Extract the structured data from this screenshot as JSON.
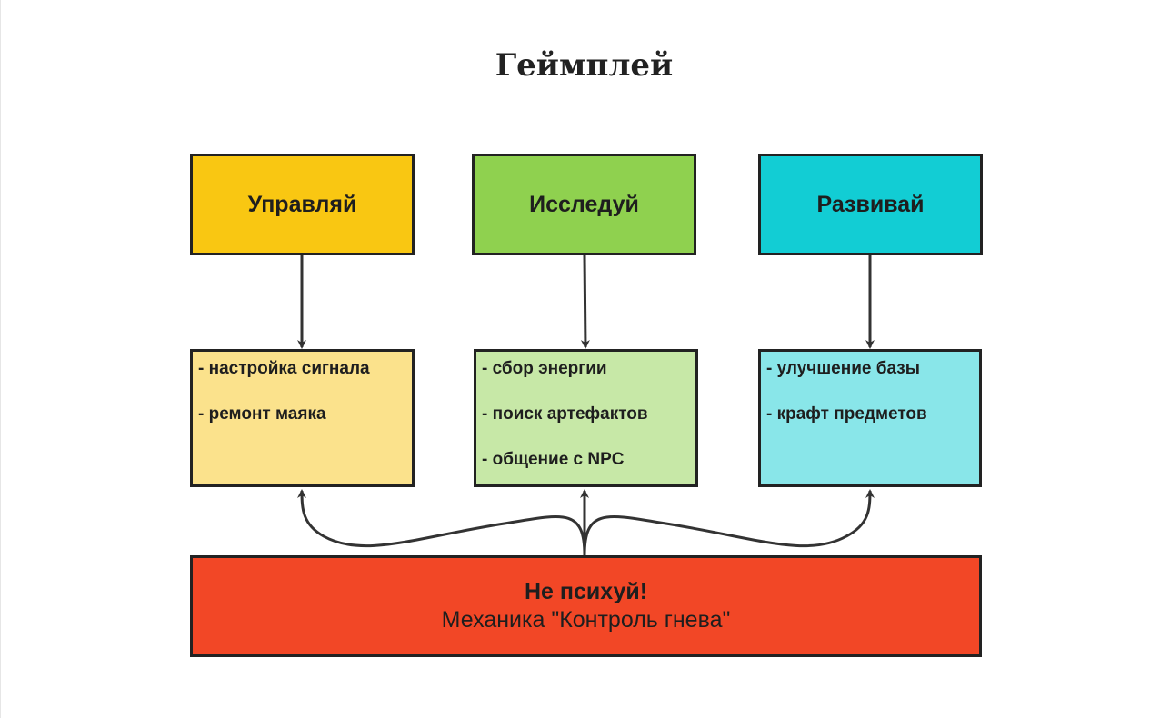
{
  "title": "Геймплей",
  "columns": [
    {
      "label": "Управляй",
      "color": "#f9c712",
      "detail_color": "#fbe28c",
      "items": [
        "- настройка сигнала",
        "- ремонт маяка"
      ]
    },
    {
      "label": "Исследуй",
      "color": "#8fd14f",
      "detail_color": "#c7e8a7",
      "items": [
        "- сбор энергии",
        "- поиск артефактов",
        "- общение с NPC"
      ]
    },
    {
      "label": "Развивай",
      "color": "#12cdd4",
      "detail_color": "#89e6e9",
      "items": [
        "- улучшение базы",
        "- крафт предметов"
      ]
    }
  ],
  "core": {
    "title": "Не психуй!",
    "subtitle": "Механика \"Контроль гнева\"",
    "color": "#f24726"
  }
}
